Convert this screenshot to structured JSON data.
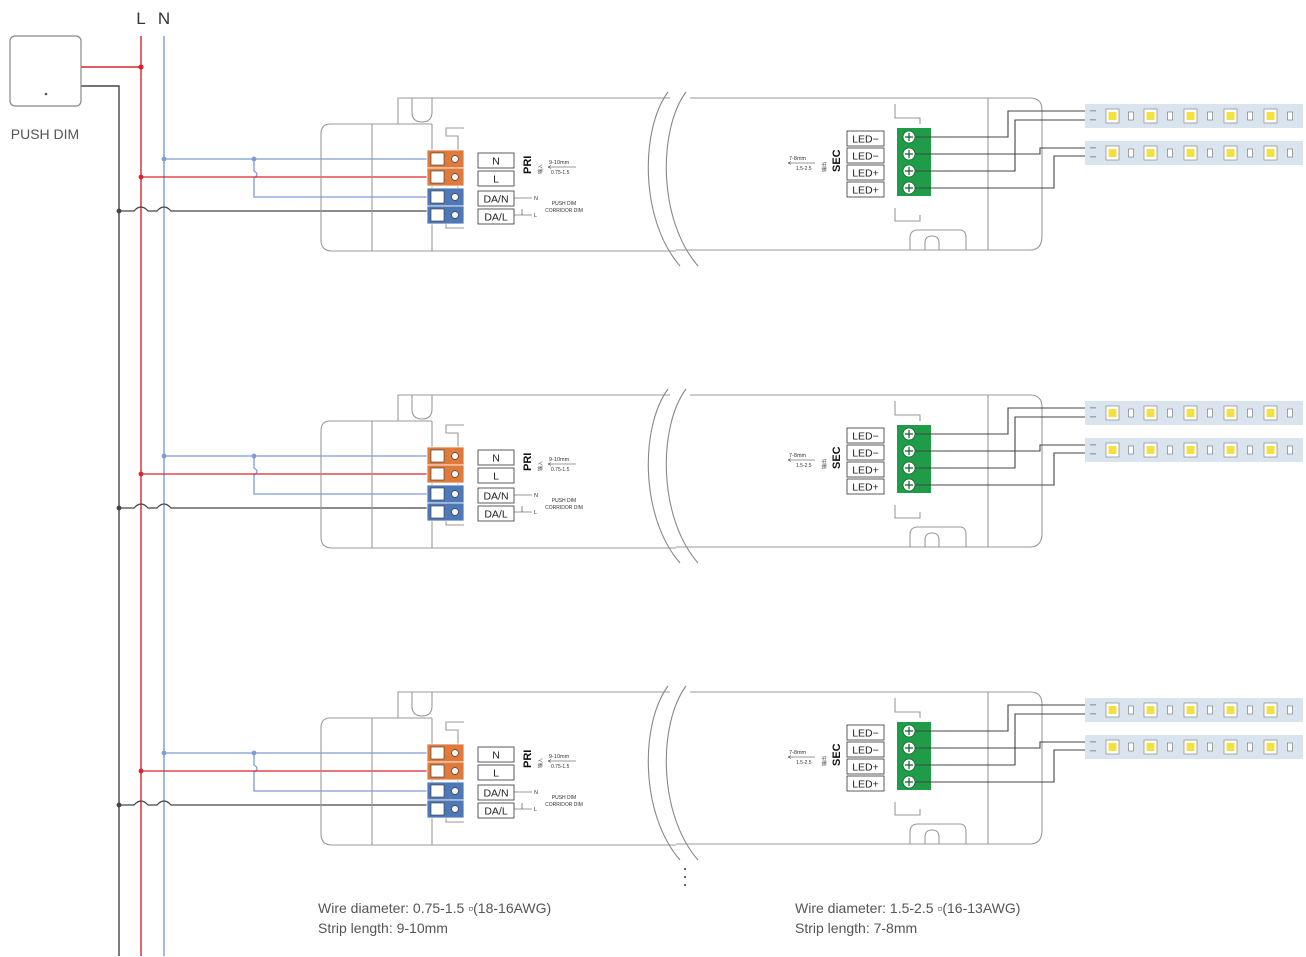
{
  "supply": {
    "line_label": "L",
    "neutral_label": "N"
  },
  "switch": {
    "label": "PUSH DIM"
  },
  "driver": {
    "primary_terminals": [
      "N",
      "L",
      "DA/N",
      "DA/L"
    ],
    "primary_header": "PRI",
    "primary_note_cn": "输入",
    "primary_strip": "9-10mm",
    "primary_gauge": "0.75-1.5",
    "dim_link_n": "N",
    "dim_link_l": "L",
    "dim_modes": [
      "PUSH DIM",
      "CORRIDOR DIM"
    ],
    "secondary_terminals": [
      "LED−",
      "LED−",
      "LED+",
      "LED+"
    ],
    "secondary_header": "SEC",
    "secondary_note_cn": "输出",
    "secondary_strip": "7-8mm",
    "secondary_gauge": "1.5-2.5"
  },
  "notes": {
    "primary_line1": "Wire diameter: 0.75-1.5 ▫(18-16AWG)",
    "primary_line2": "Strip length: 9-10mm",
    "secondary_line1": "Wire diameter: 1.5-2.5 ▫(16-13AWG)",
    "secondary_line2": "Strip length: 7-8mm"
  },
  "colors": {
    "live": "#d7262e",
    "neutral": "#7f9ad6",
    "dim": "#444444",
    "outline": "#9a9a9a",
    "primary_terminal_orange": "#e07a3c",
    "primary_terminal_blue": "#4f78b8",
    "secondary_terminal_green": "#1f9c48",
    "led_strip": "#d9e4ee",
    "led_chip": "#f4e040"
  }
}
